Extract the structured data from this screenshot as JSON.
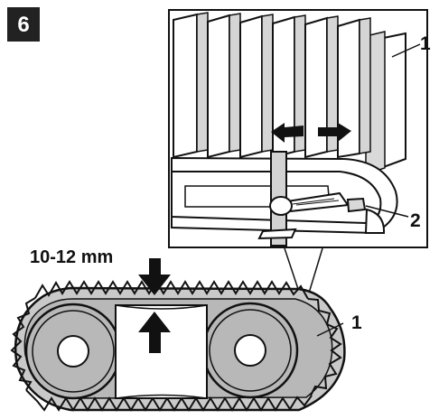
{
  "diagram": {
    "step_number": "6",
    "measurement": "10-12 mm",
    "callouts": {
      "track_inset": "1",
      "adjuster": "2",
      "track_main": "1"
    }
  },
  "colors": {
    "ink": "#111111",
    "paper": "#ffffff",
    "wheel_fill": "#b8b8b8",
    "track_fill": "#c9c9c9",
    "arrow_fill": "#111111",
    "step_badge": "#222222"
  },
  "icons": {
    "move_left": "horizontal-arrow-left-icon",
    "move_right": "horizontal-arrow-right-icon",
    "press_down": "vertical-arrow-down-icon",
    "press_up": "vertical-arrow-up-icon"
  }
}
